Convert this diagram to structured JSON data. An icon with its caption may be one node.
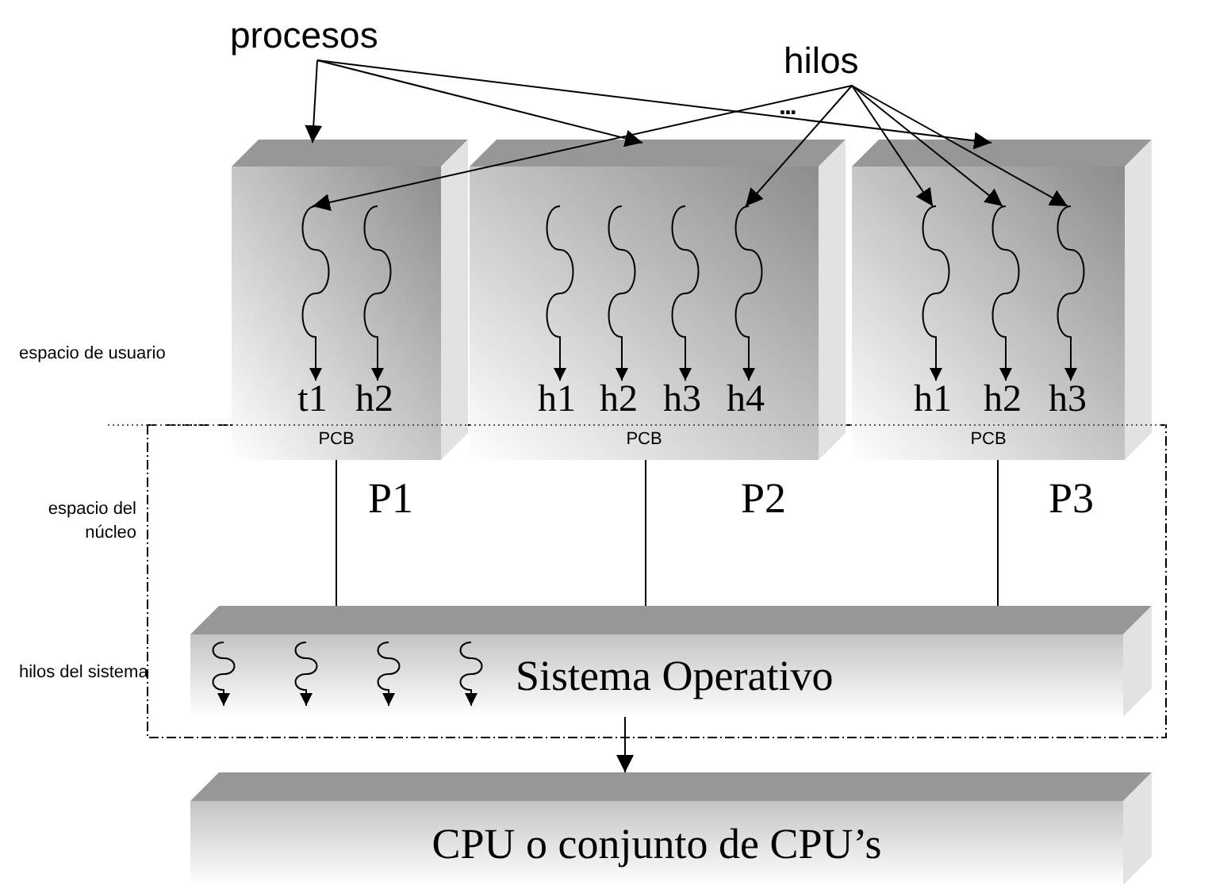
{
  "diagram": {
    "nodes": [
      {
        "text": [
          "procesos"
        ]
      },
      {
        "text": [
          "hilos"
        ]
      },
      {
        "text": [
          "PCB"
        ],
        "beside": [
          "P1"
        ]
      },
      {
        "text": [
          "t1"
        ],
        "in": 2
      },
      {
        "text": [
          "h2"
        ],
        "in": 2
      },
      {
        "text": [
          "PCB"
        ],
        "beside": [
          "P2"
        ]
      },
      {
        "text": [
          "h1"
        ],
        "in": 5
      },
      {
        "text": [
          "h2"
        ],
        "in": 5
      },
      {
        "text": [
          "h3"
        ],
        "in": 5
      },
      {
        "text": [
          "h4"
        ],
        "in": 5
      },
      {
        "text": [
          "PCB"
        ],
        "beside": [
          "P3"
        ]
      },
      {
        "text": [
          "h1"
        ],
        "in": 10
      },
      {
        "text": [
          "h2"
        ],
        "in": 10
      },
      {
        "text": [
          "h3"
        ],
        "in": 10
      },
      {
        "text": [
          "Sistema Operativo"
        ]
      },
      {
        "text": [
          "CPU o conjunto de CPU’s"
        ]
      }
    ],
    "edges": [
      {
        "from": 0,
        "to": 2,
        "arrow": "to"
      },
      {
        "from": 0,
        "to": 5,
        "arrow": "to"
      },
      {
        "from": 0,
        "to": 10,
        "arrow": "to"
      },
      {
        "from": 1,
        "to": 3,
        "arrow": "to"
      },
      {
        "from": 1,
        "to": 9,
        "arrow": "to"
      },
      {
        "from": 1,
        "to": 11,
        "arrow": "to"
      },
      {
        "from": 1,
        "to": 12,
        "arrow": "to"
      },
      {
        "from": 1,
        "to": 13,
        "arrow": "to"
      },
      {
        "from": 2,
        "to": 14,
        "arrow": "none"
      },
      {
        "from": 5,
        "to": 14,
        "arrow": "none"
      },
      {
        "from": 10,
        "to": 14,
        "arrow": "none"
      },
      {
        "from": 14,
        "to": 15,
        "arrow": "to"
      }
    ],
    "labels": [
      "espacio de usuario",
      "espacio del núcleo",
      "hilos del sistema",
      "..."
    ]
  }
}
